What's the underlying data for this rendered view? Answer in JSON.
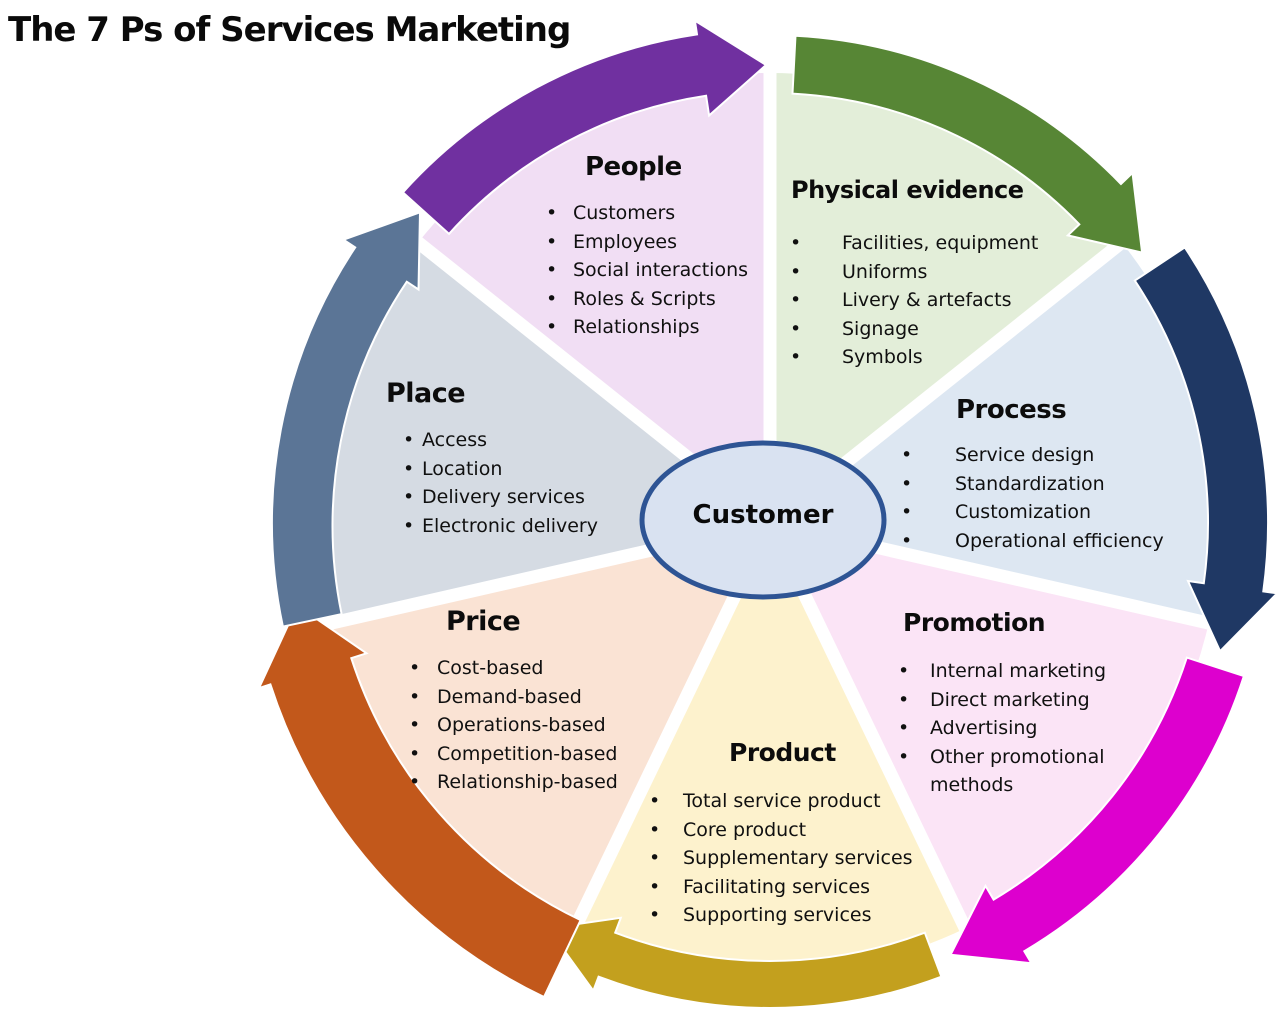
{
  "title": "The 7 Ps of Services Marketing",
  "bullet": "•",
  "center": {
    "label": "Customer",
    "fill_color": "#d9e2f1",
    "border_color": "#2e5494"
  },
  "segments": [
    {
      "id": "people",
      "label": "People",
      "wedge_color": "#f1def4",
      "arrow_color": "#7030a0",
      "items": [
        "Customers",
        "Employees",
        "Social interactions",
        "Roles & Scripts",
        "Relationships"
      ]
    },
    {
      "id": "physical-evidence",
      "label": "Physical evidence",
      "wedge_color": "#e3eed9",
      "arrow_color": "#578635",
      "items": [
        "Facilities, equipment",
        "Uniforms",
        "Livery & artefacts",
        "Signage",
        "Symbols"
      ]
    },
    {
      "id": "process",
      "label": "Process",
      "wedge_color": "#dde7f2",
      "arrow_color": "#1f3864",
      "items": [
        "Service design",
        "Standardization",
        "Customization",
        "Operational efficiency"
      ]
    },
    {
      "id": "promotion",
      "label": "Promotion",
      "wedge_color": "#fbe4f6",
      "arrow_color": "#dd00ce",
      "items": [
        "Internal marketing",
        "Direct marketing",
        "Advertising",
        "Other promotional methods"
      ]
    },
    {
      "id": "product",
      "label": "Product",
      "wedge_color": "#fdf2cd",
      "arrow_color": "#c3a01e",
      "items": [
        "Total service product",
        "Core product",
        "Supplementary services",
        "Facilitating services",
        "Supporting services"
      ]
    },
    {
      "id": "price",
      "label": "Price",
      "wedge_color": "#fae3d4",
      "arrow_color": "#c2581b",
      "items": [
        "Cost-based",
        "Demand-based",
        "Operations-based",
        "Competition-based",
        "Relationship-based"
      ]
    },
    {
      "id": "place",
      "label": "Place",
      "wedge_color": "#d5dbe3",
      "arrow_color": "#5b7596",
      "items": [
        "Access",
        "Location",
        "Delivery services",
        "Electronic delivery"
      ]
    }
  ]
}
